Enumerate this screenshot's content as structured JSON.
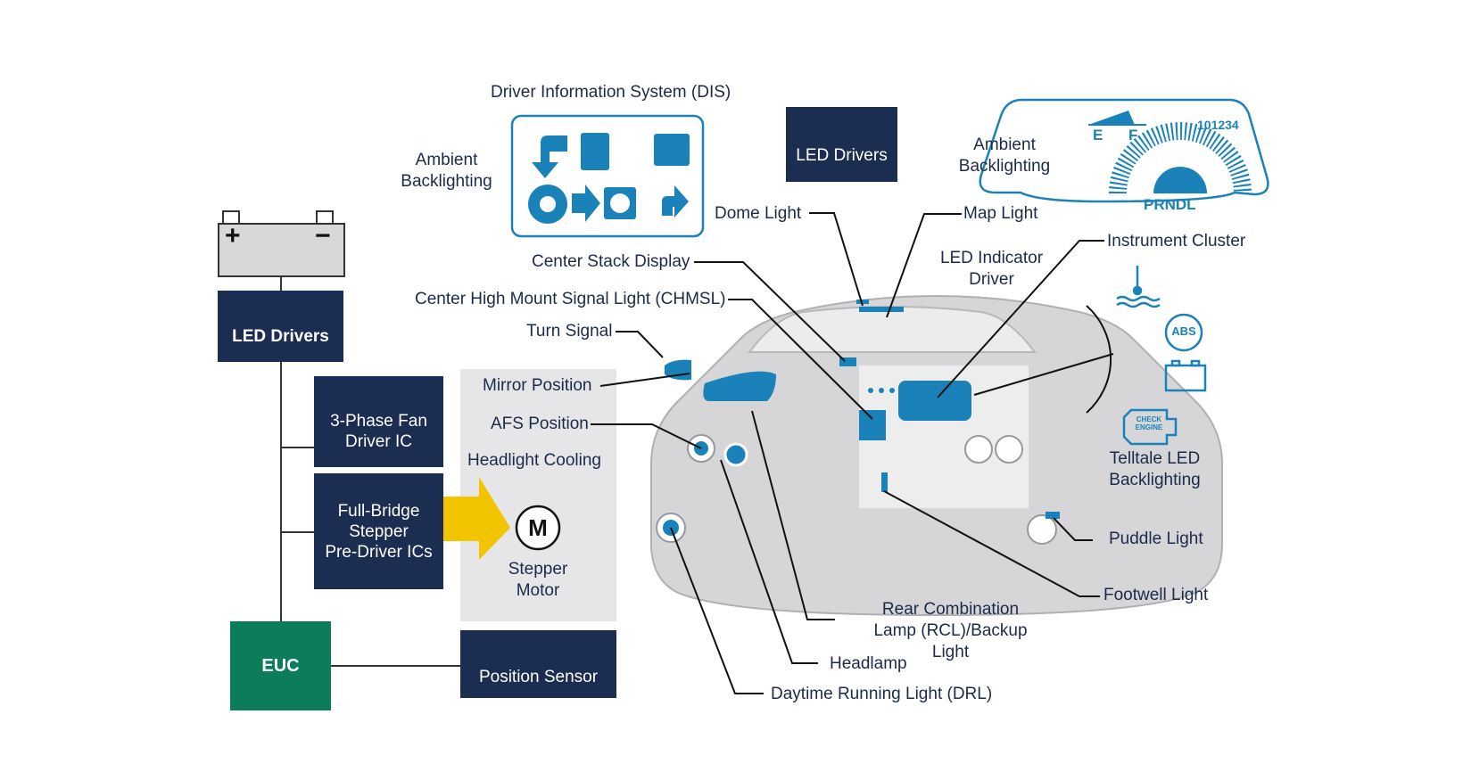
{
  "colors": {
    "navy": "#1c2d52",
    "accent_blue": "#1a82b8",
    "green": "#0b7d5a",
    "yellow": "#f2c500",
    "panel_gray": "#e6e6e8",
    "car_gray": "#cfcfd1"
  },
  "blocks": {
    "battery_plus": "+",
    "battery_minus": "−",
    "led_drivers_main": "LED Drivers",
    "three_phase": "3-Phase Fan\nDriver IC",
    "full_bridge": "Full-Bridge\nStepper\nPre-Driver ICs",
    "euc": "EUC",
    "position_sensor": "Position Sensor",
    "led_drivers_top": "LED Drivers",
    "motor_symbol": "M"
  },
  "panel": {
    "mirror_position": "Mirror Position",
    "afs_position": "AFS Position",
    "headlight_cooling": "Headlight Cooling",
    "stepper_motor": "Stepper\nMotor"
  },
  "dis": {
    "title": "Driver Information System (DIS)",
    "ambient_left": "Ambient\nBacklighting"
  },
  "cluster": {
    "ambient_right": "Ambient\nBacklighting",
    "e": "E",
    "f": "F",
    "odometer": "101234",
    "prndl": "PRNDL"
  },
  "callouts": {
    "dome_light": "Dome Light",
    "map_light": "Map Light",
    "center_stack": "Center Stack Display",
    "led_indicator": "LED Indicator\nDriver",
    "instrument_cluster": "Instrument Cluster",
    "chmsl": "Center High Mount Signal Light (CHMSL)",
    "turn_signal": "Turn Signal",
    "rcl": "Rear Combination\nLamp (RCL)/Backup Light",
    "headlamp": "Headlamp",
    "drl": "Daytime Running Light (DRL)",
    "puddle_light": "Puddle Light",
    "footwell_light": "Footwell Light",
    "telltale": "Telltale LED\nBacklighting"
  },
  "telltales": {
    "abs": "ABS",
    "check_engine": "CHECK\nENGINE"
  }
}
